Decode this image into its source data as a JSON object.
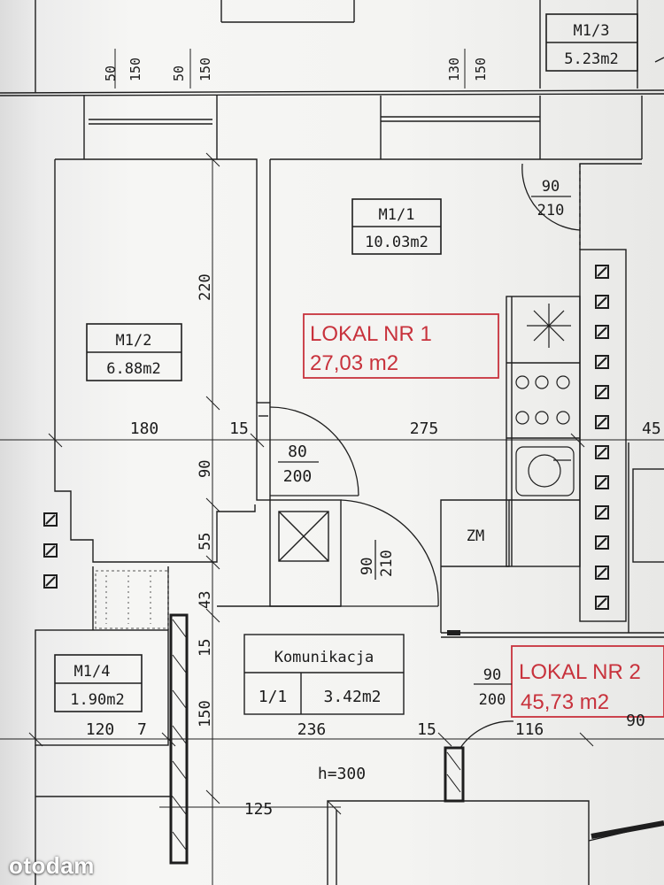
{
  "rooms": {
    "m1_3": {
      "name": "M1/3",
      "area": "5.23m2"
    },
    "m1_1": {
      "name": "M1/1",
      "area": "10.03m2"
    },
    "m1_2": {
      "name": "M1/2",
      "area": "6.88m2"
    },
    "m1_4": {
      "name": "M1/4",
      "area": "1.90m2"
    },
    "komunikacja": {
      "name": "Komunikacja",
      "code": "1/1",
      "area": "3.42m2"
    }
  },
  "units": {
    "lokal1": {
      "title": "LOKAL NR 1",
      "area": "27,03 m2"
    },
    "lokal2": {
      "title": "LOKAL NR 2",
      "area": "45,73 m2"
    }
  },
  "dimensions": {
    "top_50a": "50",
    "top_150a": "150",
    "top_50b": "50",
    "top_150b": "150",
    "top_130": "130",
    "top_150c": "150",
    "d220": "220",
    "d180": "180",
    "d15a": "15",
    "d275": "275",
    "d45": "45",
    "d90": "90",
    "d55": "55",
    "d43": "43",
    "d15b": "15",
    "d150": "150",
    "d120": "120",
    "d7": "7",
    "d236": "236",
    "d15c": "15",
    "d116": "116",
    "d90r": "90",
    "d125": "125",
    "h": "h=300"
  },
  "doors": {
    "door1": {
      "w": "90",
      "h": "210"
    },
    "door2": {
      "w": "80",
      "h": "200"
    },
    "door3": {
      "w": "90",
      "h": "210"
    },
    "door4": {
      "w": "90",
      "h": "200"
    }
  },
  "labels": {
    "zm": "ZM"
  },
  "watermark": "otodam"
}
